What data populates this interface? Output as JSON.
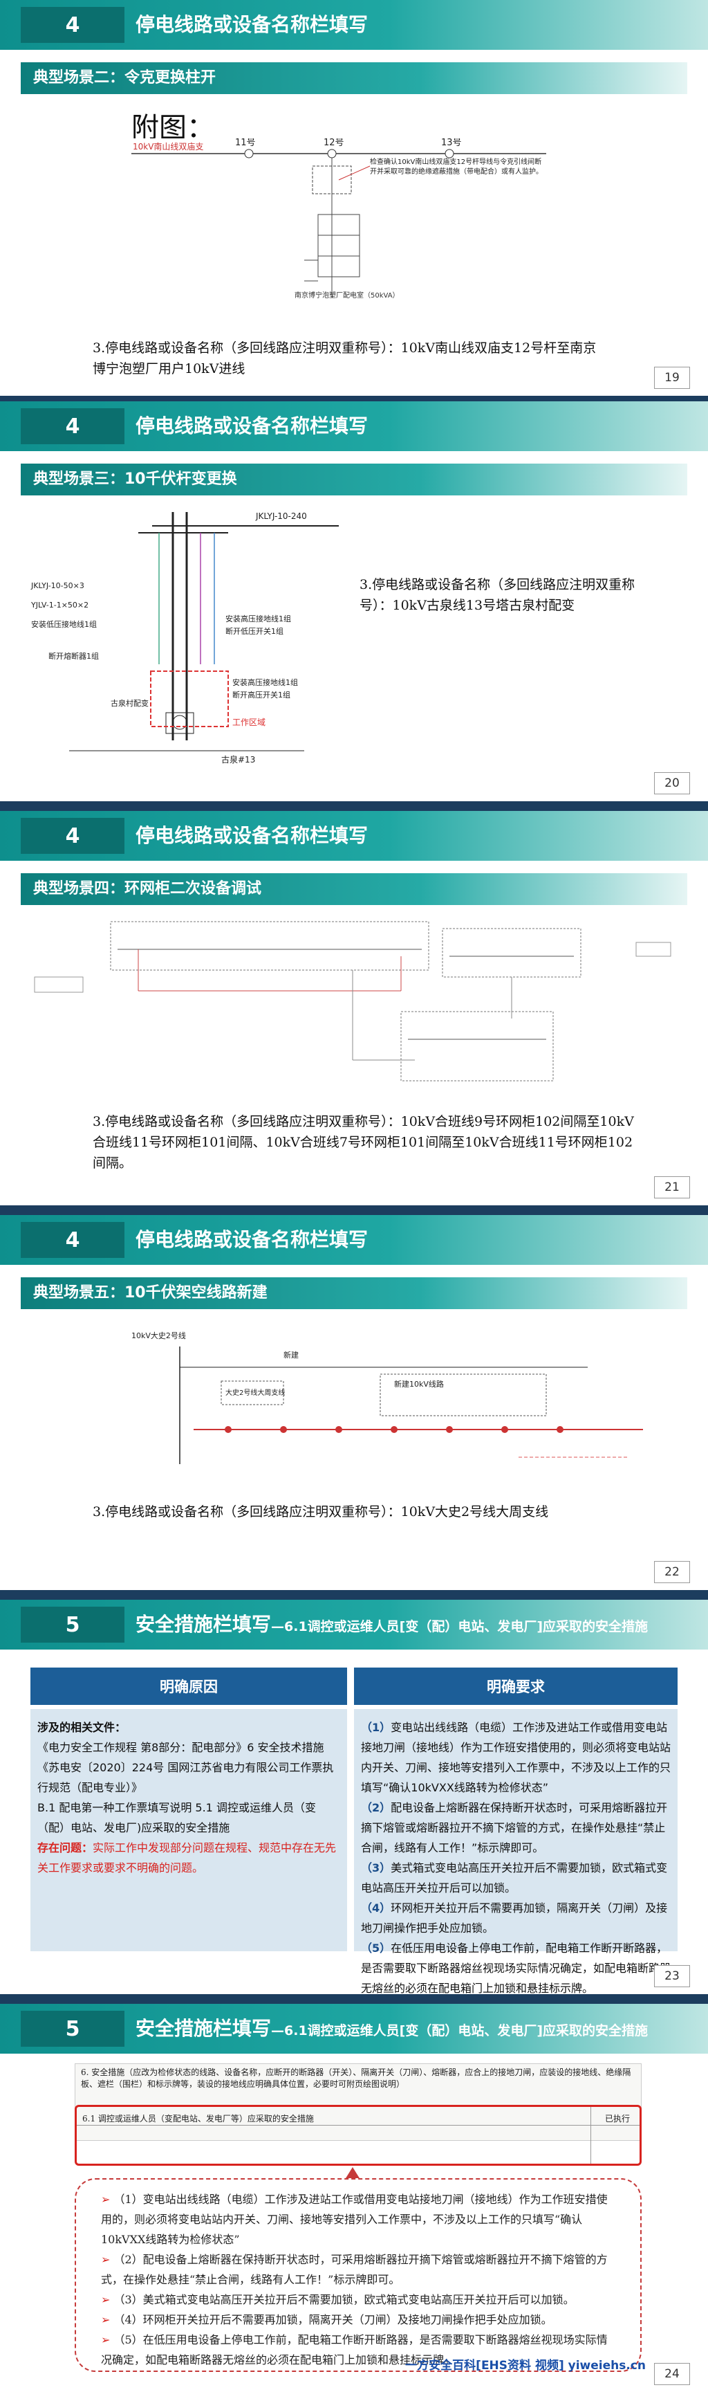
{
  "slides": [
    {
      "num": "4",
      "title": "停电线路或设备名称栏填写",
      "scene": "典型场景二：令克更换柱开",
      "figure_heading": "附图：",
      "diagram_labels": {
        "line": "10kV南山线双庙支",
        "pole11": "11号",
        "pole12": "12号",
        "pole13": "13号",
        "note": "检查确认10kV南山线双庙支12号杆导线与令克引线间断开并采取可靠的绝缘遮蔽措施（带电配合）或有人监护。",
        "trans": "南京博宁泡塑厂配电室（50kVA）"
      },
      "text": "3.停电线路或设备名称（多回线路应注明双重称号）：10kV南山线双庙支12号杆至南京博宁泡塑厂用户10kV进线",
      "page": "19"
    },
    {
      "num": "4",
      "title": "停电线路或设备名称栏填写",
      "scene": "典型场景三：10千伏杆变更换",
      "diagram_labels": {
        "top": "JKLYJ-10-240",
        "l1": "JKLYJ-10-50×3",
        "l2": "YJLV-1-1×50×2",
        "l3": "安装低压接地线1组",
        "l4": "断开熔断器1组",
        "l5": "古泉村配变",
        "r1": "安装高压接地线1组",
        "r2": "断开低压开关1组",
        "r3": "安装高压接地线1组",
        "r4": "断开高压开关1组",
        "work": "工作区域",
        "pole": "古泉#13"
      },
      "text": "3.停电线路或设备名称（多回线路应注明双重称号）：10kV古泉线13号塔古泉村配变",
      "page": "20"
    },
    {
      "num": "4",
      "title": "停电线路或设备名称栏填写",
      "scene": "典型场景四：环网柜二次设备调试",
      "text": "3.停电线路或设备名称（多回线路应注明双重称号）：10kV合班线9号环网柜102间隔至10kV合班线11号环网柜101间隔、10kV合班线7号环网柜101间隔至10kV合班线11号环网柜102间隔。",
      "page": "21"
    },
    {
      "num": "4",
      "title": "停电线路或设备名称栏填写",
      "scene": "典型场景五：10千伏架空线路新建",
      "diagram_labels": {
        "a": "10kV大史2号线",
        "b": "新建",
        "c": "大史2号线大周支线",
        "d": "新建10kV线路"
      },
      "text": "3.停电线路或设备名称（多回线路应注明双重称号）：10kV大史2号线大周支线",
      "page": "22"
    },
    {
      "num": "5",
      "title": "安全措施栏填写",
      "subtitle": "—6.1调控或运维人员[变（配）电站、发电厂]应采取的安全措施",
      "col_left": "明确原因",
      "col_right": "明确要求",
      "left": {
        "label": "涉及的相关文件：",
        "line1": "《电力安全工作规程  第8部分：配电部分》6 安全技术措施",
        "line2": "《苏电安〔2020〕224号 国网江苏省电力有限公司工作票执行规范（配电专业）》",
        "line3": "B.1 配电第一种工作票填写说明 5.1 调控或运维人员（变（配）电站、发电厂)应采取的安全措施",
        "problem_label": "存在问题：",
        "problem": "实际工作中发现部分问题在规程、规范中存在无先关工作要求或要求不明确的问题。"
      },
      "right": {
        "p1n": "（1）",
        "p1": "变电站出线线路（电缆）工作涉及进站工作或借用变电站接地刀闸（接地线）作为工作班安措使用的，则必须将变电站站内开关、刀闸、接地等安措列入工作票中，不涉及以上工作的只填写“确认10kVXX线路转为检修状态”",
        "p2n": "（2）",
        "p2": "配电设备上熔断器在保持断开状态时，可采用熔断器拉开摘下熔管或熔断器拉开不摘下熔管的方式，在操作处悬挂“禁止合闸，线路有人工作！”标示牌即可。",
        "p3n": "（3）",
        "p3": "美式箱式变电站高压开关拉开后不需要加锁，欧式箱式变电站高压开关拉开后可以加锁。",
        "p4n": "（4）",
        "p4": "环网柜开关拉开后不需要再加锁，隔离开关（刀闸）及接地刀闸操作把手处应加锁。",
        "p5n": "（5）",
        "p5": "在低压用电设备上停电工作前，配电箱工作断开断路器，是否需要取下断路器熔丝视现场实际情况确定，如配电箱断路器无熔丝的必须在配电箱门上加锁和悬挂标示牌。"
      },
      "page": "23"
    },
    {
      "num": "5",
      "title": "安全措施栏填写",
      "subtitle": "—6.1调控或运维人员[变（配）电站、发电厂]应采取的安全措施",
      "scan": {
        "line1": "6. 安全措施（应改为检修状态的线路、设备名称，应断开的断路器（开关）、隔离开关（刀闸）、熔断器，应合上的接地刀闸，应装设的接地线、绝缘隔板、遮栏（围栏）和标示牌等，装设的接地线应明确具体位置，必要时可附页绘图说明）",
        "row_head": "6.1 调控或运维人员（变配电站、发电厂等）应采取的安全措施",
        "row_head_r": "已执行"
      },
      "bubble": {
        "b1": "（1）变电站出线线路（电缆）工作涉及进站工作或借用变电站接地刀闸（接地线）作为工作班安措使用的，则必须将变电站站内开关、刀闸、接地等安措列入工作票中，不涉及以上工作的只填写“确认10kVXX线路转为检修状态”",
        "b2": "（2）配电设备上熔断器在保持断开状态时，可采用熔断器拉开摘下熔管或熔断器拉开不摘下熔管的方式，在操作处悬挂“禁止合闸，线路有人工作！”标示牌即可。",
        "b3": "（3）美式箱式变电站高压开关拉开后不需要加锁，欧式箱式变电站高压开关拉开后可以加锁。",
        "b4": "（4）环网柜开关拉开后不需要再加锁，隔离开关（刀闸）及接地刀闸操作把手处应加锁。",
        "b5": "（5）在低压用电设备上停电工作前，配电箱工作断开断路器，是否需要取下断路器熔丝视现场实际情况确定，如配电箱断路器无熔丝的必须在配电箱门上加锁和悬挂标示牌。"
      },
      "watermark": "一方安全百科[EHS资料 视频] yiweiehs.cn",
      "page": "24"
    }
  ]
}
